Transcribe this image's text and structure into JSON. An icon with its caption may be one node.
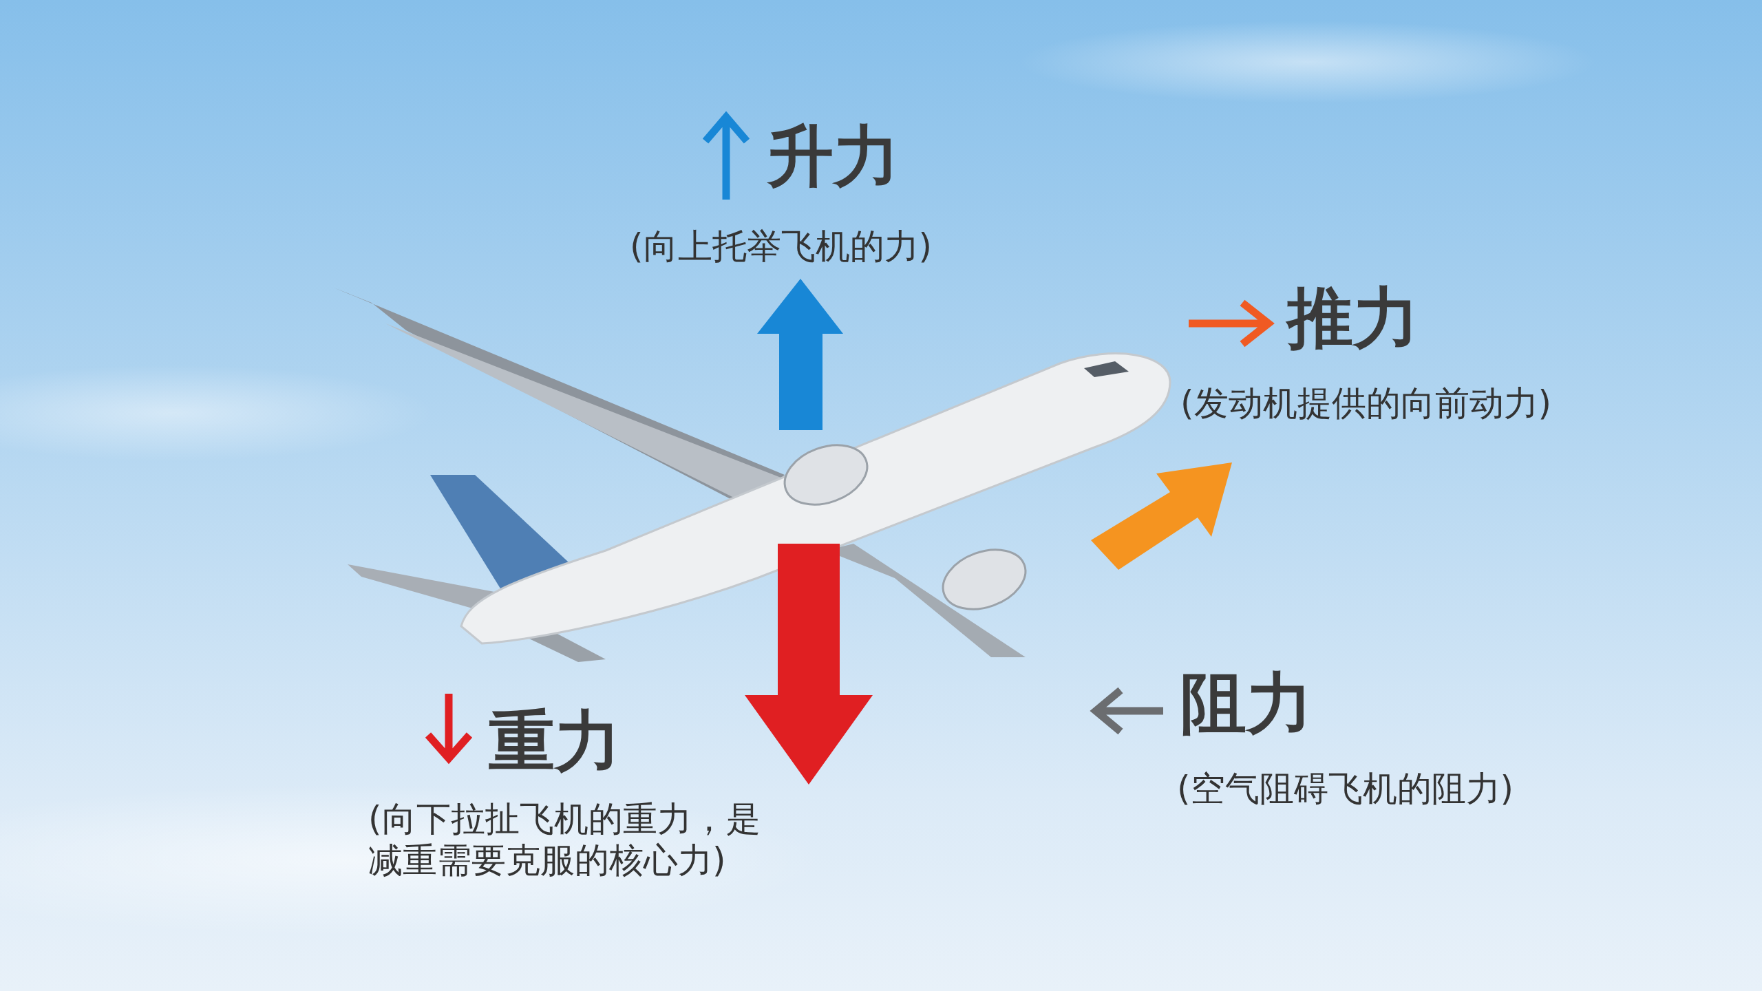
{
  "diagram": {
    "labels": [
      "升力",
      "(向上托举飞机的力)",
      "推力",
      "(发动机提供的向前动力)",
      "重力",
      "(向下拉扯飞机的重力，是减重需要克服的核心力)",
      "阻力",
      "(空气阻碍飞机的阻力)"
    ]
  }
}
